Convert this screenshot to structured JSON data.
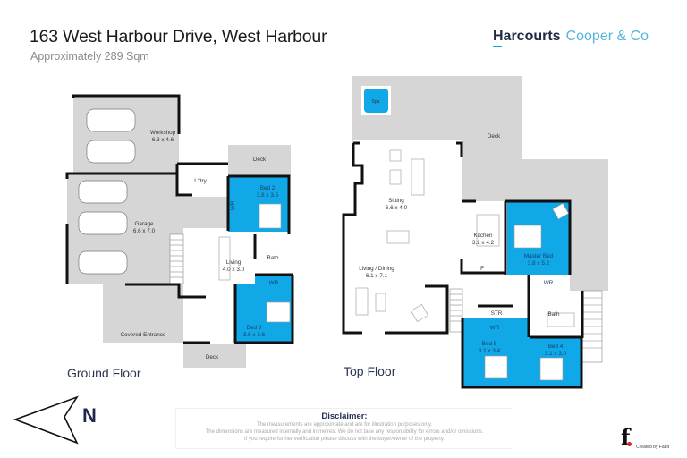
{
  "header": {
    "title": "163 West Harbour Drive, West Harbour",
    "subtitle": "Approximately 289 Sqm"
  },
  "brand": {
    "primary": "Harcourts",
    "secondary": "Cooper & Co",
    "colors": {
      "primary": "#1f2a44",
      "secondary": "#56b5da",
      "accent": "#1ea7df"
    }
  },
  "colors": {
    "bedroom_fill": "#11a8e8",
    "exterior_fill": "#d6d6d6",
    "wall": "#111111",
    "interior_fill": "#ffffff"
  },
  "floors": [
    {
      "label": "Ground Floor",
      "rooms": [
        {
          "name": "Workshop",
          "dims": "6.3 x 4.6"
        },
        {
          "name": "Garage",
          "dims": "6.6 x 7.0"
        },
        {
          "name": "L'dry",
          "dims": ""
        },
        {
          "name": "Deck",
          "dims": ""
        },
        {
          "name": "Bed 2",
          "dims": "3.8 x 3.5"
        },
        {
          "name": "WR",
          "dims": ""
        },
        {
          "name": "Living",
          "dims": "4.0 x 3.0"
        },
        {
          "name": "Bath",
          "dims": ""
        },
        {
          "name": "WR",
          "dims": ""
        },
        {
          "name": "Bed 3",
          "dims": "3.5 x 3.6"
        },
        {
          "name": "Covered Entrance",
          "dims": ""
        },
        {
          "name": "Deck",
          "dims": ""
        }
      ]
    },
    {
      "label": "Top Floor",
      "rooms": [
        {
          "name": "Spa",
          "dims": ""
        },
        {
          "name": "Deck",
          "dims": ""
        },
        {
          "name": "Sitting",
          "dims": "6.6 x 4.0"
        },
        {
          "name": "Kitchen",
          "dims": "3.1 x 4.2"
        },
        {
          "name": "F",
          "dims": ""
        },
        {
          "name": "Master Bed",
          "dims": "3.8 x 5.2"
        },
        {
          "name": "WR",
          "dims": ""
        },
        {
          "name": "Living / Dining",
          "dims": "6.1 x 7.1"
        },
        {
          "name": "Bath",
          "dims": ""
        },
        {
          "name": "STR",
          "dims": ""
        },
        {
          "name": "WR",
          "dims": ""
        },
        {
          "name": "Bed 5",
          "dims": "3.1 x 3.4"
        },
        {
          "name": "Bed 4",
          "dims": "3.1 x 3.0"
        }
      ]
    }
  ],
  "compass": {
    "label": "N"
  },
  "disclaimer": {
    "heading": "Disclaimer:",
    "lines": [
      "The measurements are approximate and are for illustration purposes only.",
      "The dimensions are measured internally and in metres. We do not take any responsibility for errors and/or omissions.",
      "If you require further verification please discuss with the buyer/owner of the property."
    ]
  },
  "credit": {
    "logo": "f",
    "text": "Created by Fabit"
  }
}
